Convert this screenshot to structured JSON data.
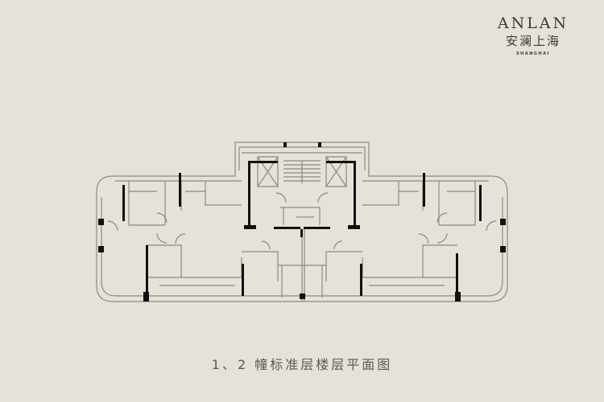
{
  "logo": {
    "brand_en": "ANLAN",
    "brand_cn": "安澜上海",
    "city": "SHANGHAI"
  },
  "caption": "1、2 幢标准层楼层平面图",
  "colors": {
    "background": "#e7e2d9",
    "wall": "#111111",
    "line": "#8d8983"
  }
}
